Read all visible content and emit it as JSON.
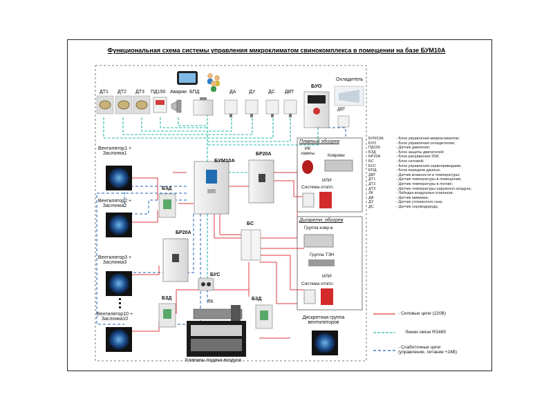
{
  "title": "Функциональная схема системы управления микроклиматом свинокомплекса в помещении на базе БУМ10А",
  "sensors": [
    "ДТ1",
    "ДТ2",
    "ДТ3",
    "ПД150",
    "Аварии",
    "БПД",
    "ДА",
    "ДУ",
    "ДС",
    "ДВТ"
  ],
  "blocks": {
    "buo": "БУО",
    "cooler": "Охладитель",
    "dvt": "ДВТ",
    "bum": "БУМ10А",
    "br20a_top": "БР20А",
    "br20a_left": "БР20А",
    "bzd1": "БЗД",
    "bzd2": "БЗД",
    "bzd3": "БЗД",
    "bs": "БС",
    "bus": "БУС",
    "lk": "ЛК",
    "valves": "Клапаны подачи воздуха",
    "discrete_group": [
      "Дискретная группа",
      "вентиляторов"
    ]
  },
  "fans": [
    [
      "Вентилятор1 +",
      "Заслонка1"
    ],
    [
      "Вентилятор2 +",
      "Заслонка2"
    ],
    [
      "Вентилятор3 +",
      "Заслонка3"
    ],
    [
      "Вентилятор10 +",
      "Заслонка10"
    ]
  ],
  "smooth_heating": {
    "title": "Плавный обогрев",
    "ik": [
      "ИК",
      "лампы"
    ],
    "mat": "Коврики",
    "or": "ИЛИ",
    "system": "Система отопл."
  },
  "discrete_heating": {
    "title": "Дискретн. обогрев",
    "mats": "Группа ковр-в",
    "ten": "Группа ТЭН",
    "or": "ИЛИ",
    "system": "Система отопл."
  },
  "abbreviations": [
    [
      "БУМ10А",
      "- Блок управления микроклиматом;"
    ],
    [
      "БУО",
      "- Блок управления охладителем;"
    ],
    [
      "ПД150",
      "- Датчик давления;"
    ],
    [
      "БЗД",
      "- Блок защиты двигателей;"
    ],
    [
      "БР20А",
      "- Блок расширения 20А;"
    ],
    [
      "БС",
      "- Блок силовой;"
    ],
    [
      "БУС",
      "- Блок управления сервоприводами;"
    ],
    [
      "БПД",
      "- Блок передачи данных;"
    ],
    [
      "ДВТ",
      "- Датчик влажности и температуры;"
    ],
    [
      "ДТ1",
      "- Датчик температуры в помещении;"
    ],
    [
      "ДТ2",
      "- Датчик температуры в логове;"
    ],
    [
      "ДТ3",
      "- Датчик температуры наружного воздуха;"
    ],
    [
      "ЛК",
      "- Лебедка воздушных клапанов;"
    ],
    [
      "ДА",
      "- Датчик аммиака;"
    ],
    [
      "ДУ",
      "- Датчик углекислого газа;"
    ],
    [
      "ДС",
      "- Датчик сероводорода;"
    ]
  ],
  "line_legend": {
    "power": "- Силовые цепи (220В)",
    "rs485": "Линии связи RS485",
    "weak": [
      "- Слаботочные цепи",
      "(управление, питание +24В)"
    ]
  },
  "colors": {
    "power": "#e23a3a",
    "rs485": "#2bb8a8",
    "weak": "#1a5fb4",
    "device": "#ececec",
    "device_green": "#5aa86a",
    "screen": "#1f6db0"
  }
}
